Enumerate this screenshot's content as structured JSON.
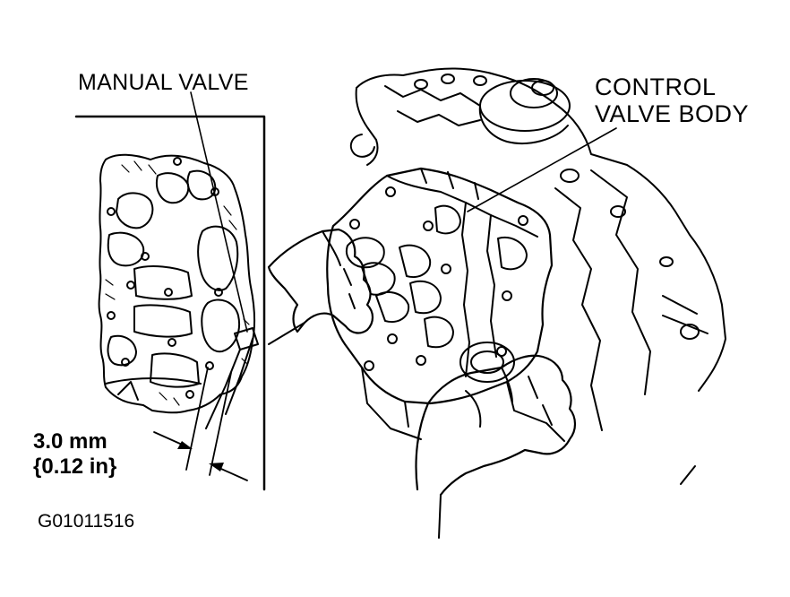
{
  "labels": {
    "manual_valve": "MANUAL VALVE",
    "control_valve_body_line1": "CONTROL",
    "control_valve_body_line2": "VALVE BODY",
    "dimension_mm": "3.0 mm",
    "dimension_in": "{0.12 in}",
    "figure_code": "G01011516"
  }
}
